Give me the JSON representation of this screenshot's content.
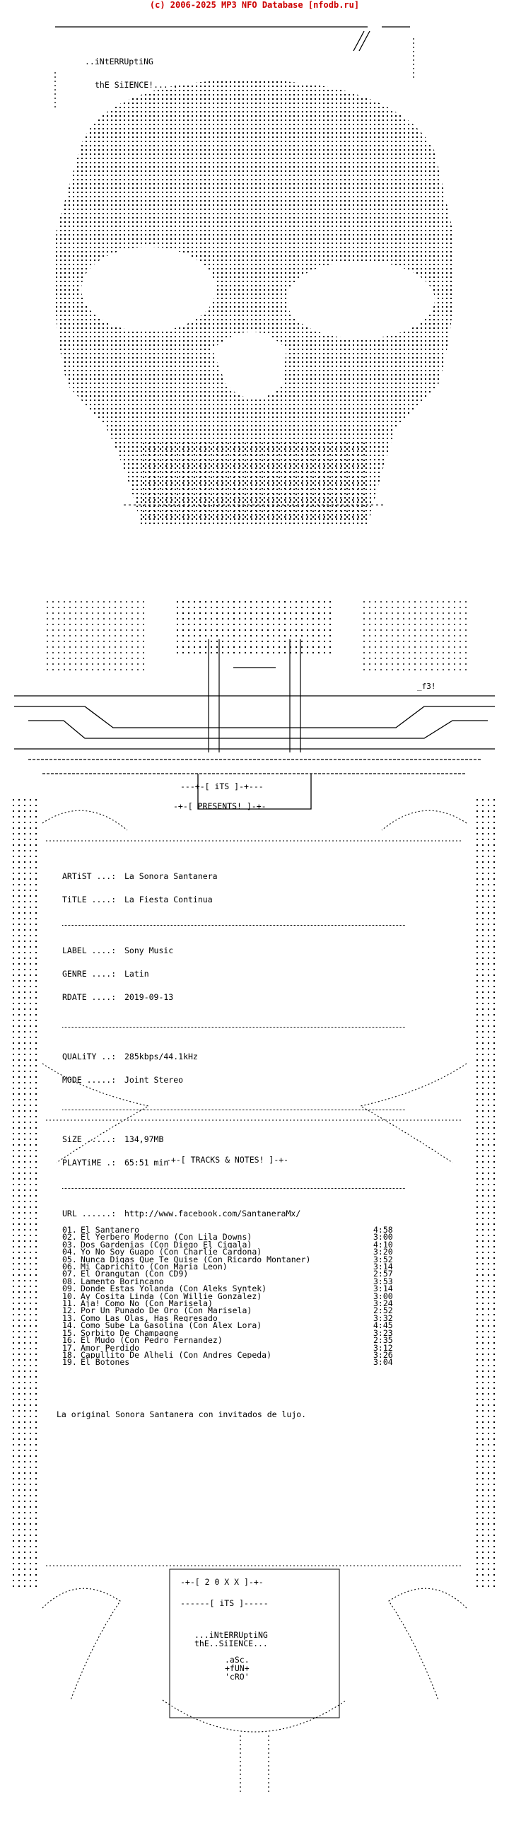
{
  "header": {
    "copyright": "(c) 2006-2025 MP3 NFO Database [nfodb.ru]"
  },
  "intro": {
    "line1": "..iNtERRUptiNG",
    "line2": "thE SiIENCE!... ."
  },
  "banner": {
    "presents": "-+-[ PRESENTS! ]-+-",
    "its": "---+-[ iTS ]-+---",
    "tracks_notes": "-+-[ TRACKS & NOTES! ]-+-",
    "f3": "_f3!"
  },
  "release": {
    "artist_label": "ARTiST ...:",
    "artist": "La Sonora Santanera",
    "title_label": "TiTLE ....:",
    "title": "La Fiesta Continua",
    "label_label": "LABEL ....:",
    "label": "Sony Music",
    "genre_label": "GENRE ....:",
    "genre": "Latin",
    "rdate_label": "RDATE ....:",
    "rdate": "2019-09-13",
    "quality_label": "QUALiTY ..:",
    "quality": "285kbps/44.1kHz",
    "mode_label": "MODE .....:",
    "mode": "Joint Stereo",
    "size_label": "SiZE .....:",
    "size": "134,97MB",
    "playtime_label": "PLAYTiME .:",
    "playtime": "65:51 min",
    "url_label": "URL ......:",
    "url": "http://www.facebook.com/SantaneraMx/"
  },
  "tracks": [
    {
      "n": "01.",
      "title": "El Santanero",
      "dur": "4:58"
    },
    {
      "n": "02.",
      "title": "El Yerbero Moderno (Con Lila Downs)",
      "dur": "3:00"
    },
    {
      "n": "03.",
      "title": "Dos Gardenias (Con Diego El Cigala)",
      "dur": "4:10"
    },
    {
      "n": "04.",
      "title": "Yo No Soy Guapo (Con Charlie Cardona)",
      "dur": "3:20"
    },
    {
      "n": "05.",
      "title": "Nunca Digas Que Te Quise (Con Ricardo Montaner)",
      "dur": "3:52"
    },
    {
      "n": "06.",
      "title": "Mi Caprichito (Con Maria Leon)",
      "dur": "3:14"
    },
    {
      "n": "07.",
      "title": "El Orangutan (Con CD9)",
      "dur": "2:57"
    },
    {
      "n": "08.",
      "title": "Lamento Borincano",
      "dur": "3:53"
    },
    {
      "n": "09.",
      "title": "Donde Estas Yolanda (Con Aleks Syntek)",
      "dur": "3:14"
    },
    {
      "n": "10.",
      "title": "Ay Cosita Linda (Con Willie Gonzalez)",
      "dur": "3:00"
    },
    {
      "n": "11.",
      "title": "Aja! Como No (Con Marisela)",
      "dur": "3:24"
    },
    {
      "n": "12.",
      "title": "Por Un Punado De Oro (Con Marisela)",
      "dur": "2:52"
    },
    {
      "n": "13.",
      "title": "Como Las Olas, Has Regresado",
      "dur": "3:32"
    },
    {
      "n": "14.",
      "title": "Como Sube La Gasolina (Con Alex Lora)",
      "dur": "4:45"
    },
    {
      "n": "15.",
      "title": "Sorbito De Champagne",
      "dur": "3:23"
    },
    {
      "n": "16.",
      "title": "El Mudo (Con Pedro Fernandez)",
      "dur": "2:35"
    },
    {
      "n": "17.",
      "title": "Amor Perdido",
      "dur": "3:12"
    },
    {
      "n": "18.",
      "title": "Capullito De Alheli (Con Andres Cepeda)",
      "dur": "3:26"
    },
    {
      "n": "19.",
      "title": "El Botones",
      "dur": "3:04"
    }
  ],
  "notes": {
    "text": "La original Sonora Santanera con invitados de lujo."
  },
  "footer": {
    "year": "-+-[ 2 0 X X ]-+-",
    "its": "------[ iTS ]-----",
    "line1": "...iNtERRUptiNG",
    "line2": "thE..SiIENCE...",
    "asc": ".aSc.",
    "fun": "+fUN+",
    "cro": "'cRO'"
  }
}
